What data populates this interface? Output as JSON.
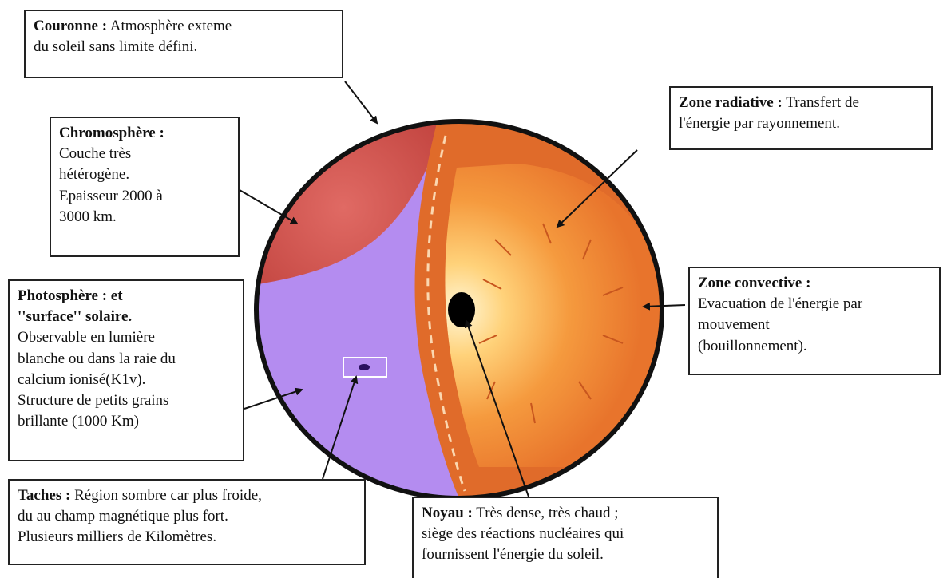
{
  "labels": {
    "couronne": {
      "title": "Couronne :",
      "line1_rest": "Atmosphère exteme",
      "line2": "du soleil sans limite défini."
    },
    "chromosphere": {
      "title": "Chromosphère :",
      "lines": [
        "Couche très",
        "hétérogène.",
        "Epaisseur 2000 à",
        "3000 km."
      ]
    },
    "photosphere": {
      "title1": "Photosphère : et",
      "title2": "''surface'' solaire.",
      "lines": [
        "Observable en lumière",
        "blanche ou dans la raie du",
        "calcium ionisé(K1v).",
        "Structure de petits grains",
        "brillante (1000 Km)"
      ]
    },
    "taches": {
      "title": "Taches :",
      "line1_rest": "Région sombre car plus froide,",
      "lines": [
        "du au champ magnétique plus fort.",
        "Plusieurs milliers  de Kilomètres."
      ]
    },
    "zone_radiative": {
      "title": "Zone radiative :",
      "line1_rest": "Transfert de",
      "line2": "l'énergie par rayonnement."
    },
    "zone_convective": {
      "title": "Zone convective :",
      "lines": [
        "Evacuation de l'énergie par",
        "mouvement",
        "(bouillonnement)."
      ]
    },
    "noyau": {
      "title": "Noyau :",
      "line1_rest": "Très dense, très chaud ;",
      "lines": [
        "siège des réactions nucléaires qui",
        "fournissent l'énergie du soleil."
      ]
    }
  },
  "colors": {
    "chromosphere": "#d9605c",
    "photosphere": "#b48cf0",
    "convective": "#e8702a",
    "radiative_outer": "#f08a3a",
    "core_glow": "#fff3d0",
    "core": "#000000"
  }
}
